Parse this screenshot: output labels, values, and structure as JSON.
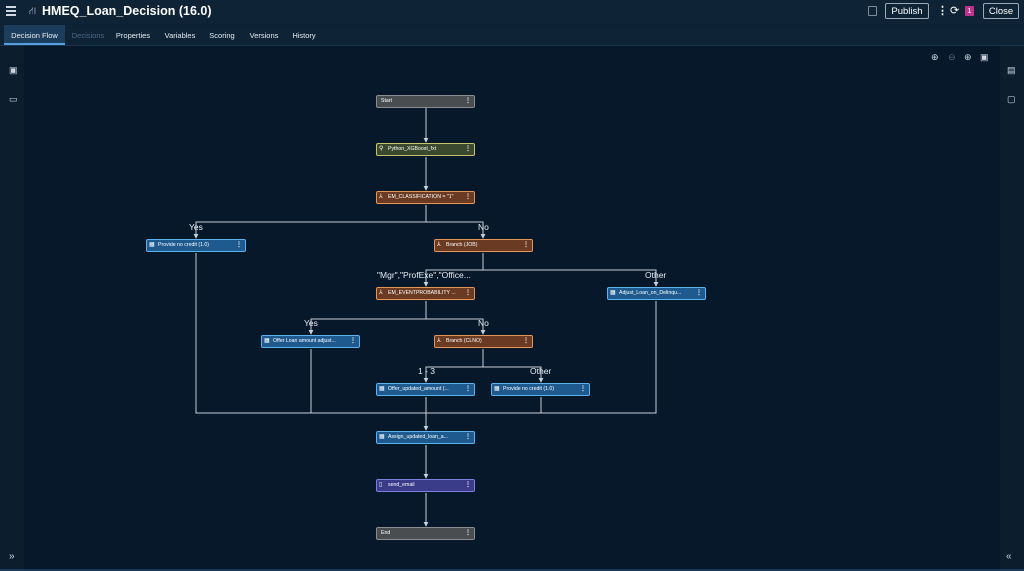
{
  "header": {
    "title": "HMEQ_Loan_Decision (16.0)",
    "publish_label": "Publish",
    "close_label": "Close",
    "notification_count": "1",
    "menu_icon": "hamburger-icon",
    "app_icon": "decision-flow-icon"
  },
  "tabs": [
    {
      "label": "Decision Flow"
    },
    {
      "label": "Decisions"
    },
    {
      "label": "Properties"
    },
    {
      "label": "Variables"
    },
    {
      "label": "Scoring"
    },
    {
      "label": "Versions"
    },
    {
      "label": "History"
    }
  ],
  "flow": {
    "nodes": {
      "start": "Start",
      "python": "Python_XGBoost_fxt",
      "em_class": "EM_CLASSIFICATION = \"1\"",
      "no_credit_1": "Provide no credit (1.0)",
      "branch_job": "Branch (JOB)",
      "em_prob": "EM_EVENTPROBABILITY ...",
      "adjust_delinq": "Adjust_Loan_on_Delinqu...",
      "offer_adjust": "Offer Loan amount adjust...",
      "branch_clno": "Branch (CLNO)",
      "offer_updated": "Offer_updated_amount (...",
      "no_credit_2": "Provide no credit (1.0)",
      "assign_updated": "Assign_updated_loan_a...",
      "send_email": "send_email",
      "end": "End"
    },
    "edge_labels": {
      "yes_1": "Yes",
      "no_1": "No",
      "job_values": "\"Mgr\",\"ProfExe\",\"Office...",
      "other_1": "Other",
      "yes_2": "Yes",
      "no_2": "No",
      "clno_range": "1 - 3",
      "other_2": "Other"
    }
  },
  "colors": {
    "background": "#0e2033",
    "canvas": "#06182a",
    "start_end": "#4a4d50",
    "model": "#c7c56b",
    "condition": "#e59555",
    "rule_set": "#5fb2ee",
    "code": "#7e7fe0",
    "accent": "#c2318e"
  }
}
